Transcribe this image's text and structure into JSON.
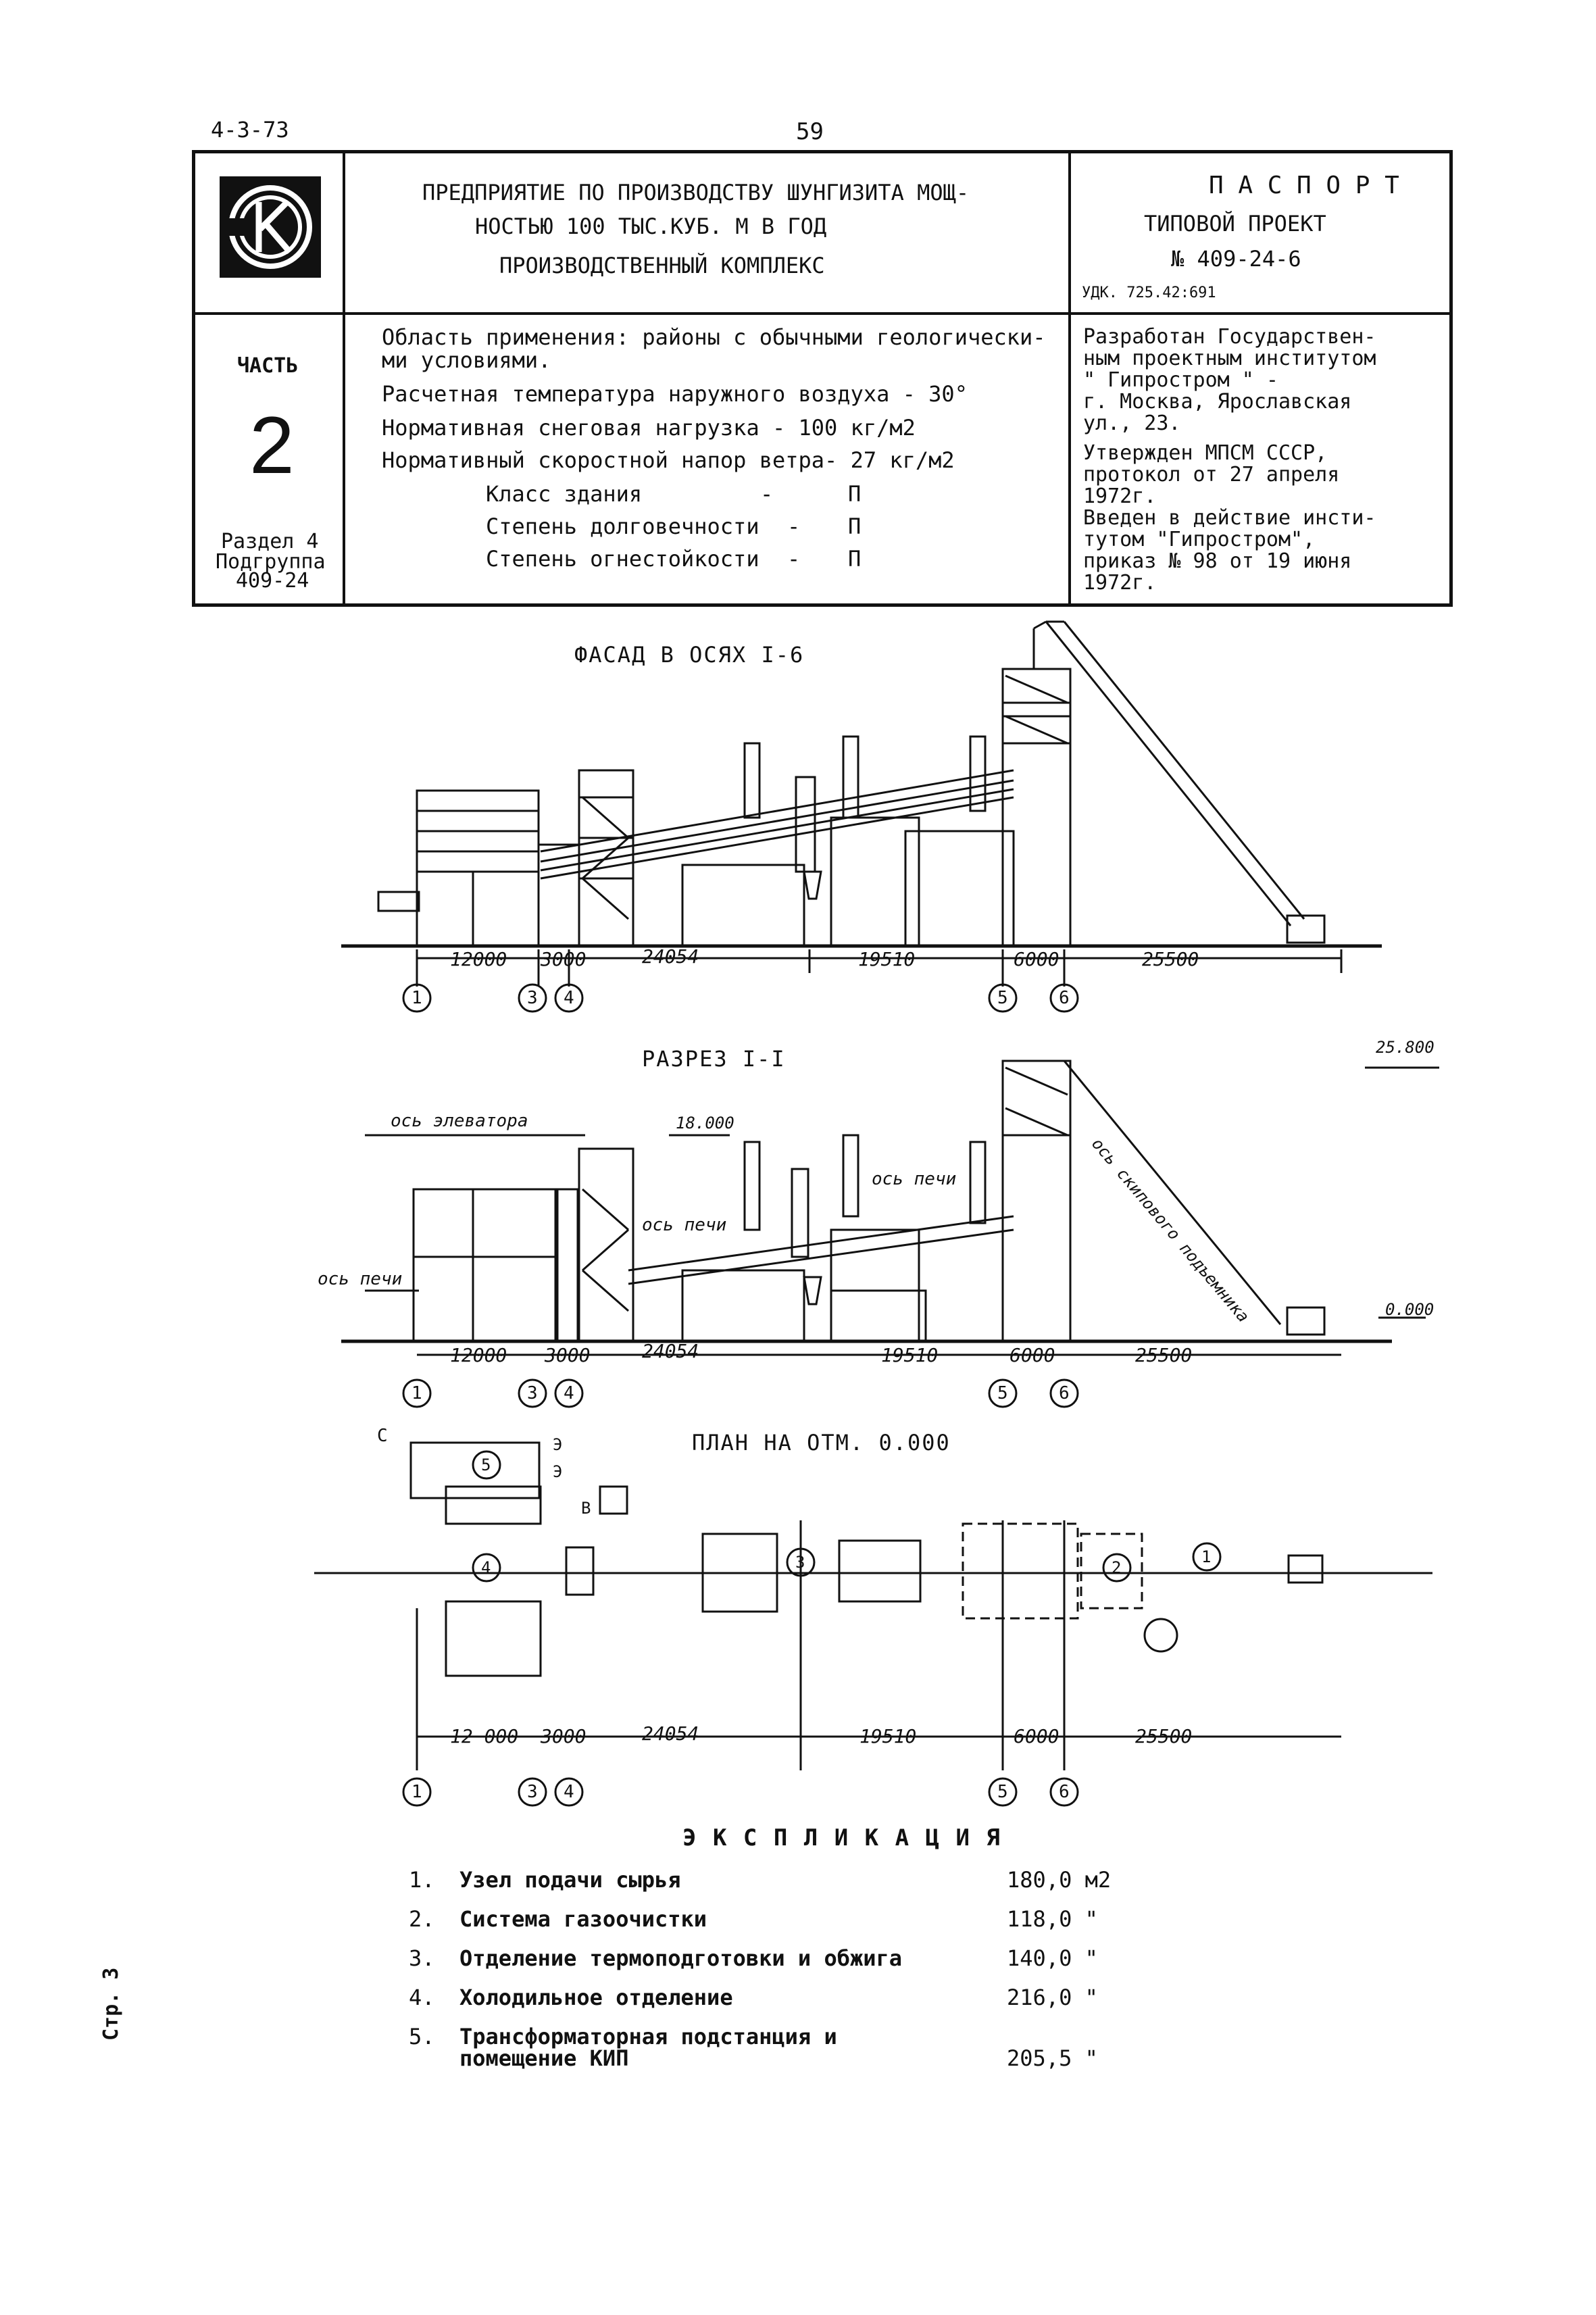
{
  "top": {
    "code": "4-3-73",
    "page_number": "59",
    "side_label": "Стр. 3"
  },
  "header": {
    "title_line1": "ПРЕДПРИЯТИЕ ПО ПРОИЗВОДСТВУ ШУНГИЗИТА МОЩ-",
    "title_line2": "НОСТЬЮ 100 ТЫС.КУБ. М  В ГОД",
    "title_line3": "ПРОИЗВОДСТВЕННЫЙ КОМПЛЕКС",
    "passport_line1": "П А С  П О Р Т",
    "passport_line2": "ТИПОВОЙ  ПРОЕКТ",
    "passport_line3": "№ 409-24-6",
    "udk": "УДК. 725.42:691",
    "part_label": "ЧАСТЬ",
    "part_number": "2",
    "section_line1": "Раздел 4",
    "section_line2": "Подгруппа",
    "section_line3": "409-24",
    "params": [
      "Область применения: районы с обычными геологически-",
      "ми условиями.",
      "Расчетная температура наружного воздуха  - 30°",
      "Нормативная снеговая нагрузка    - 100 кг/м2",
      "Нормативный скоростной напор ветра- 27 кг/м2"
    ],
    "class_rows": [
      {
        "label": "Класс здания",
        "dash": "-",
        "value": "П"
      },
      {
        "label": "Степень долговечности",
        "dash": "-",
        "value": "П"
      },
      {
        "label": "Степень огнестойкости",
        "dash": "-",
        "value": "П"
      }
    ],
    "developer": [
      "Разработан Государствен-",
      "ным проектным институтом",
      "\" Гипростром \" -",
      "г. Москва, Ярославская",
      "ул., 23.",
      "Утвержден МПСМ СССР,",
      "протокол от 27 апреля",
      "1972г.",
      "Введен в действие инсти-",
      "тутом \"Гипростром\",",
      "приказ № 98 от 19 июня",
      "1972г."
    ]
  },
  "facade": {
    "title": "ФАСАД В ОСЯХ  I-6",
    "dims": [
      "12000",
      "3000",
      "24054",
      "19510",
      "6000",
      "25500"
    ],
    "axes": [
      "1",
      "3",
      "4",
      "5",
      "6"
    ]
  },
  "section": {
    "title": "РАЗРЕЗ  I-I",
    "elev_top": "25.800",
    "elev_mid": "18.000",
    "elev_zero": "0.000",
    "labels": [
      "ось элеватора",
      "ось печи",
      "ось печи",
      "ось печи",
      "ось скипового подъемника"
    ],
    "dims": [
      "12000",
      "3000",
      "24054",
      "19510",
      "6000",
      "25500"
    ],
    "axes": [
      "1",
      "3",
      "4",
      "5",
      "6"
    ]
  },
  "plan": {
    "title": "ПЛАН  НА  ОТМ.  0.000",
    "dims": [
      "12 000",
      "3000",
      "24054",
      "19510",
      "6000",
      "25500"
    ],
    "axes": [
      "1",
      "3",
      "4",
      "5",
      "6"
    ],
    "inner_marks": [
      "5",
      "4",
      "3",
      "2",
      "1"
    ],
    "letters": [
      "С",
      "Э",
      "Э",
      "В"
    ]
  },
  "explication": {
    "title": "Э К С П Л И К А Ц И Я",
    "items": [
      {
        "num": "1.",
        "name": "Узел подачи сырья",
        "area": "180,0 м2"
      },
      {
        "num": "2.",
        "name": "Система газоочистки",
        "area": "118,0 \""
      },
      {
        "num": "3.",
        "name": "Отделение термоподготовки и обжига",
        "area": "140,0 \""
      },
      {
        "num": "4.",
        "name": "Холодильное отделение",
        "area": "216,0 \""
      },
      {
        "num": "5.",
        "name": "Трансформаторная подстанция и",
        "name2": "помещение КИП",
        "area": "205,5 \""
      }
    ]
  }
}
